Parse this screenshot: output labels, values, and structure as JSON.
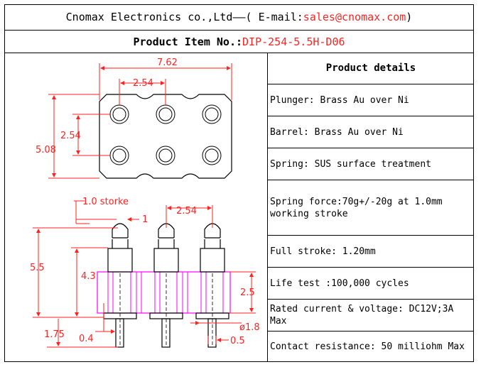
{
  "header": {
    "company": "Cnomax Electronics co.,Ltd——( E-mail: ",
    "email": "sales@cnomax.com",
    "close": ")"
  },
  "item": {
    "label": "Product Item No.: ",
    "number": "DIP-254-5.5H-D06"
  },
  "details": {
    "title": "Product details",
    "rows": [
      "Plunger: Brass Au over Ni",
      "Barrel: Brass Au over Ni",
      "Spring: SUS surface treatment",
      "Spring force:70g+/-20g at 1.0mm working stroke",
      "Full stroke: 1.20mm",
      "Life test :100,000 cycles",
      "Rated current & voltage: DC12V;3A Max",
      "Contact resistance: 50 milliohm Max"
    ]
  },
  "drawing": {
    "top_view": {
      "width": "7.62",
      "pitch": "2.54",
      "row_pitch": "2.54",
      "height": "5.08"
    },
    "side_view": {
      "stroke": "1.0 storke",
      "stroke_value": "1",
      "pitch": "2.54",
      "total_height": "5.5",
      "body_height": "4.3",
      "insulator": "2.5",
      "tail_length": "1.75",
      "tail_diameter": "0.4",
      "head_diameter": "ø1.8",
      "tail_width": "0.5"
    },
    "colors": {
      "dimension": "#ff2222",
      "insulator": "#ff00ff",
      "outline": "#000000"
    }
  }
}
